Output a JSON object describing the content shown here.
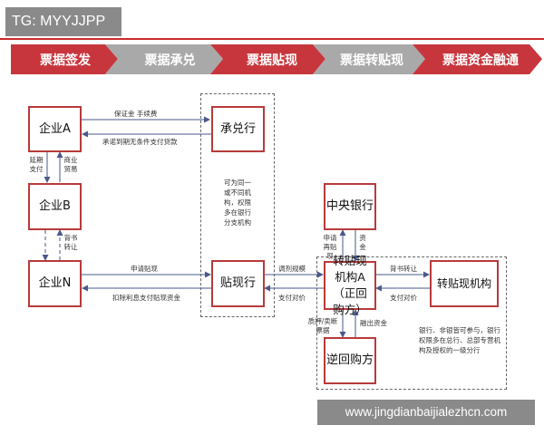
{
  "tag": "TG: MYYJJPP",
  "watermark": "www.jingdianbaijialezhcn.com",
  "steps": [
    "票据签发",
    "票据承兑",
    "票据贴现",
    "票据转贴现",
    "票据资金融通"
  ],
  "nodes": {
    "enterprise_a": "企业A",
    "acceptor": "承兑行",
    "enterprise_b": "企业B",
    "enterprise_n": "企业N",
    "discount_bank": "贴现行",
    "central_bank": "中央银行",
    "rediscount_a": "转贴现机构A（正回购方）",
    "rediscount": "转贴现机构",
    "reverse_repo": "逆回购方"
  },
  "labels": {
    "deposit_fee": "保证金 手续费",
    "pay_on_maturity": "承诺到期无条件支付贷款",
    "extend_pay": "延期支付",
    "trade": "商业贸易",
    "endorse_transfer_1": "背书转让",
    "apply_discount": "申请贴现",
    "deduct_interest": "扣除利息支付贴现资金",
    "acceptor_note": "可为同一或不同机构，权限多在银行分支机构",
    "adjust_scale": "调剂规模",
    "pay_price_1": "支付对价",
    "apply_rediscount": "申请再贴现",
    "funds": "资金",
    "endorse_transfer_2": "背书转让",
    "pay_price_2": "支付对价",
    "pledge_sell": "质押/卖断票据",
    "financing": "融出资金",
    "bank_note": "银行、非银皆可参与，银行权限多在总行、总部专营机构及授权的一级分行"
  },
  "colors": {
    "chevron_red": "#c8363d",
    "chevron_gray": "#a9a9a9",
    "box_border": "#b83a3a",
    "arrow": "#4a5a8a"
  }
}
